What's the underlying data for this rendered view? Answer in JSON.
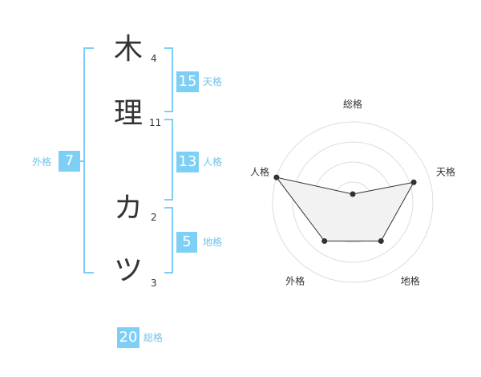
{
  "name": {
    "chars": [
      "木",
      "理",
      "カ",
      "ツ"
    ],
    "strokes": [
      "4",
      "11",
      "2",
      "3"
    ]
  },
  "scores": {
    "tenkaku": {
      "value": "15",
      "label": "天格"
    },
    "jinkaku": {
      "value": "13",
      "label": "人格"
    },
    "chikaku": {
      "value": "5",
      "label": "地格"
    },
    "gaikaku": {
      "value": "7",
      "label": "外格"
    },
    "soukaku": {
      "value": "20",
      "label": "総格"
    }
  },
  "chart_data": {
    "type": "radar",
    "axes": [
      "総格",
      "天格",
      "地格",
      "外格",
      "人格"
    ],
    "values": [
      0.1,
      0.8,
      0.6,
      0.6,
      1.0
    ],
    "rings": 4,
    "colors": {
      "fill": "#f2f2f2",
      "line": "#333333",
      "grid": "#dddddd",
      "accent": "#7ecff5"
    }
  }
}
